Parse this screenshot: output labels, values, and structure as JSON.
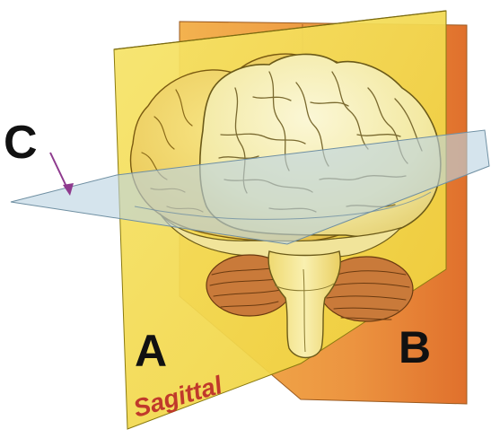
{
  "diagram": {
    "labels": {
      "sagittal_plane_letter": "A",
      "sagittal_plane_name": "Sagittal",
      "coronal_plane_letter": "B",
      "transverse_plane_letter": "C"
    },
    "colors": {
      "sagittal_plane": "#f3dd45",
      "coronal_plane": "#e8883a",
      "transverse_plane": "#bcd3e2",
      "brain": "#f5efb2",
      "cerebellum": "#c97a3a",
      "brainstem": "#f3e58a",
      "label_text": "#111111",
      "sagittal_text": "#c0392b",
      "pointer_arrow": "#8e3a8e"
    }
  }
}
